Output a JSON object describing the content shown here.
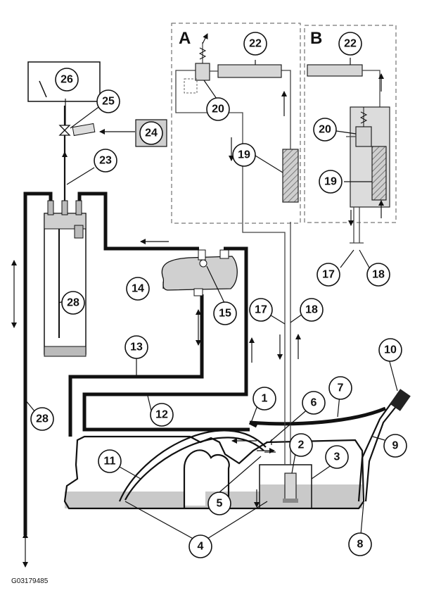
{
  "figure_code": "G03179485",
  "view_labels": {
    "a": "A",
    "b": "B"
  },
  "callouts": {
    "c1": "1",
    "c2": "2",
    "c3": "3",
    "c4": "4",
    "c5": "5",
    "c6": "6",
    "c7": "7",
    "c8": "8",
    "c9": "9",
    "c10": "10",
    "c11": "11",
    "c12": "12",
    "c13": "13",
    "c14": "14",
    "c15": "15",
    "c17": "17",
    "c18": "18",
    "c19": "19",
    "c20": "20",
    "c22": "22",
    "c23": "23",
    "c24": "24",
    "c25": "25",
    "c26": "26",
    "c28": "28",
    "c17b": "17",
    "c18b": "18",
    "c19b": "19",
    "c20b": "20",
    "c22b": "22",
    "c28b": "28"
  },
  "colors": {
    "line": "#111111",
    "fuel": "#c9c9c9",
    "component": "#d6d6d6"
  }
}
